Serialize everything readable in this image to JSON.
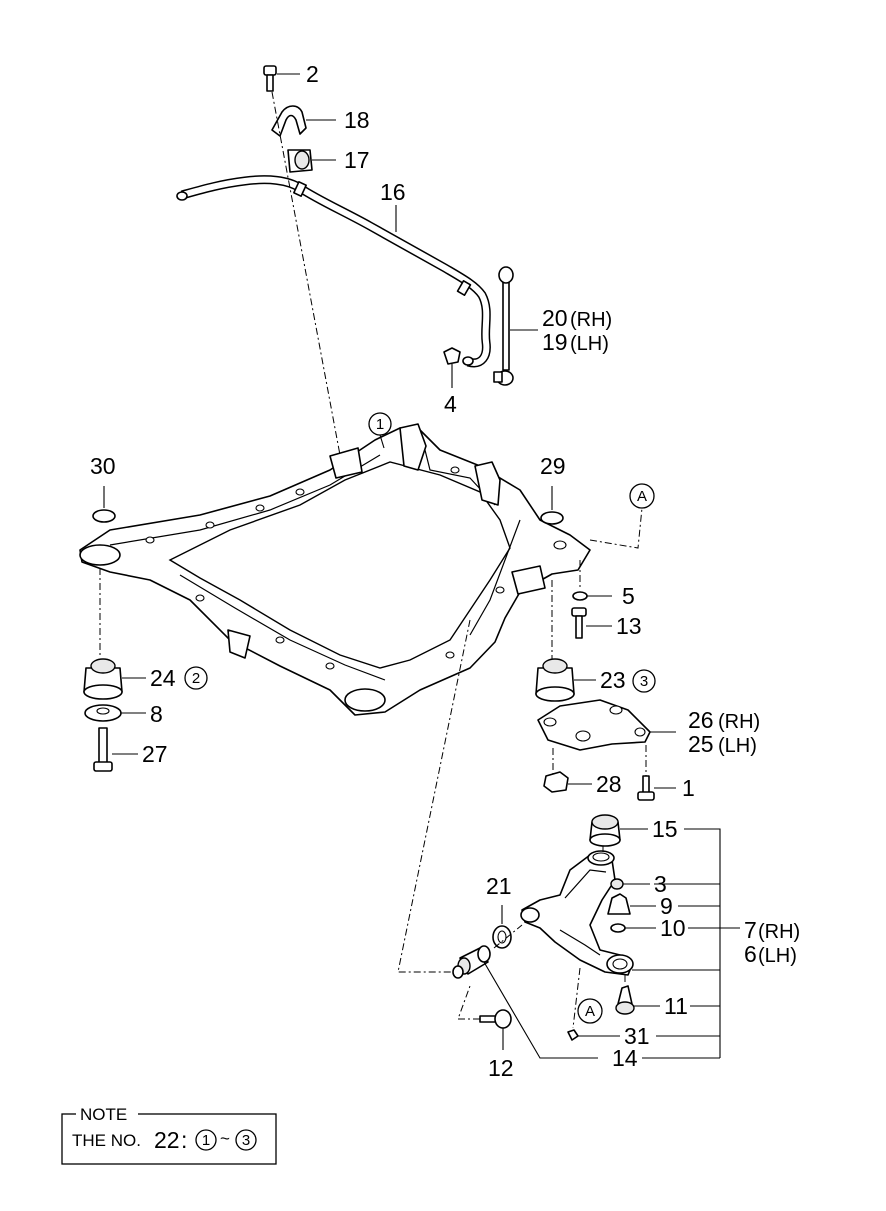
{
  "labels": {
    "p1": "1",
    "p2": "2",
    "p3": "3",
    "p4": "4",
    "p5": "5",
    "p6": "6",
    "p6_side": "(LH)",
    "p7": "7",
    "p7_side": "(RH)",
    "p8": "8",
    "p9": "9",
    "p10": "10",
    "p11": "11",
    "p12": "12",
    "p13": "13",
    "p14": "14",
    "p15": "15",
    "p16": "16",
    "p17": "17",
    "p18": "18",
    "p19": "19",
    "p19_side": "(LH)",
    "p20": "20",
    "p20_side": "(RH)",
    "p21": "21",
    "p23": "23",
    "p24": "24",
    "p25": "25",
    "p25_side": "(LH)",
    "p26": "26",
    "p26_side": "(RH)",
    "p27": "27",
    "p28": "28",
    "p29": "29",
    "p30": "30",
    "p31": "31"
  },
  "callouts": {
    "frame": "1",
    "bushing_front": "2",
    "bushing_rear": "3",
    "ref_a_top": "A",
    "ref_a_bottom": "A"
  },
  "note": {
    "title": "NOTE",
    "prefix": "THE NO.",
    "number": "22",
    "colon": ":",
    "range_start": "1",
    "tilde": "~",
    "range_end": "3"
  }
}
